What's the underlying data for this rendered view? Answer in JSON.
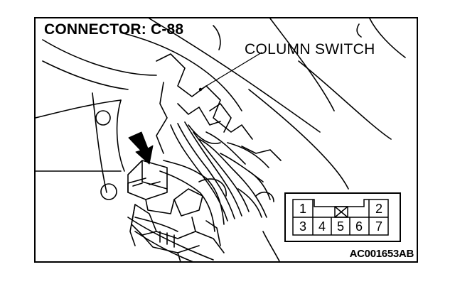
{
  "title": "CONNECTOR: C-88",
  "callout_label": "COLUMN SWITCH",
  "figure_code": "AC001653AB",
  "connector_pins": {
    "top_row": [
      "1",
      "2"
    ],
    "bottom_row": [
      "3",
      "4",
      "5",
      "6",
      "7"
    ]
  }
}
